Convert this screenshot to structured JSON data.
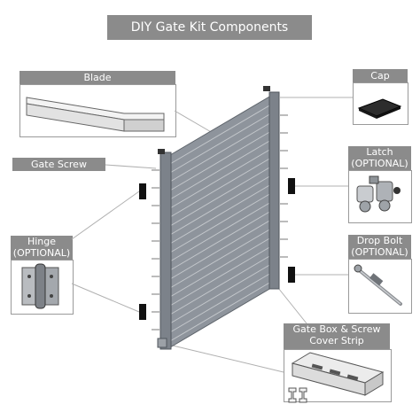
{
  "title": "DIY Gate Kit Components",
  "components": {
    "blade": "Blade",
    "cap": "Cap",
    "gate_screw": "Gate Screw",
    "latch": "Latch",
    "latch_optional": "(OPTIONAL)",
    "hinge": "Hinge",
    "hinge_optional": "(OPTIONAL)",
    "drop_bolt": "Drop Bolt",
    "drop_bolt_optional": "(OPTIONAL)",
    "gate_box_line1": "Gate Box & Screw",
    "gate_box_line2": "Cover Strip"
  },
  "colors": {
    "label_bg": "#8b8b8b",
    "panel": "#8e949c",
    "panel_dark": "#6d737b",
    "leader": "#b0b0b0"
  }
}
